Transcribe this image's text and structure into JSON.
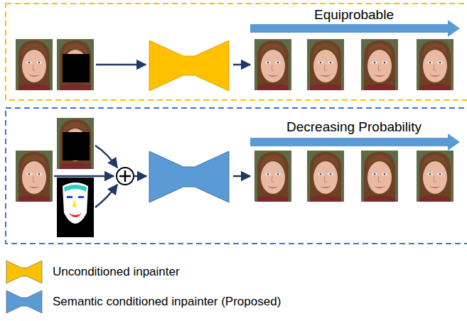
{
  "diagram": {
    "labels": [
      "Equiprobable",
      "Decreasing Probability"
    ],
    "legend": [
      {
        "text": "Unconditioned inpainter",
        "color": "#ffc000"
      },
      {
        "text": "Semantic conditioned inpainter (Proposed)",
        "color": "#5b9bd5"
      }
    ]
  }
}
